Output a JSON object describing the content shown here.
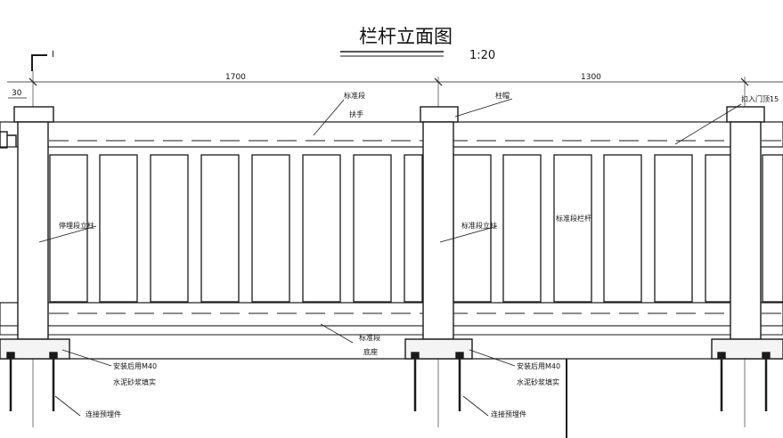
{
  "title": "栏杆立面图",
  "scale": "1:20",
  "section_mark": "I",
  "dimensions": {
    "edge": "30",
    "span_left": "1700",
    "span_right": "1300"
  },
  "labels": {
    "handrail_line1": "标准段",
    "handrail_line2": "扶手",
    "post_cap": "柱帽",
    "stub_upper": "扣入门顶15",
    "end_post": "停埋段立柱",
    "std_post": "标准段立柱",
    "std_baluster": "标准段栏杆",
    "base_line1": "标准段",
    "base_line2": "底座",
    "mortar_left_1": "安装后用M40",
    "mortar_left_2": "水泥砂浆填实",
    "mortar_right_1": "安装后用M40",
    "mortar_right_2": "水泥砂浆填实",
    "embed_left": "连接预埋件",
    "embed_right": "连接预埋件"
  },
  "colors": {
    "ink": "#1a1a1a",
    "paper": "#ffffff",
    "concrete": "#f4f4f4"
  }
}
